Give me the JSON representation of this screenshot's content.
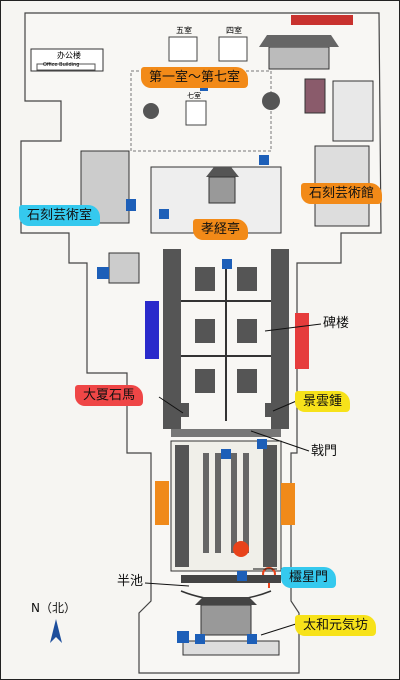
{
  "map": {
    "labels": {
      "rooms_1_7": "第一室〜第七室",
      "stone_art_room": "石刻芸術室",
      "stone_art_museum": "石刻芸術館",
      "xiaojing_pavilion": "孝経亭",
      "stele_pavilions": "碑楼",
      "daxia_stone_horse": "大夏石馬",
      "jingyun_bell": "景雲鍾",
      "ji_gate": "戟門",
      "lingxing_gate": "欞星門",
      "half_pond": "半池",
      "taihe_yuanqi_arch": "太和元気坊"
    },
    "small_labels": {
      "office": "办公楼",
      "office_en": "Office Building",
      "room5": "五室",
      "room4": "四室",
      "room7": "七室"
    },
    "compass": {
      "label": "N（北）"
    },
    "colors": {
      "orange": "#f28a18",
      "red": "#ef4646",
      "yellow": "#f7e21a",
      "cyan": "#35c9ee",
      "blue_panel": "#2a2acb",
      "red_panel": "#e63c3c",
      "orange_panel": "#f08a1a",
      "marker": "#e8431b"
    },
    "icons": [
      "toilet-icon",
      "info-icon",
      "bell-icon",
      "marker-pin-icon",
      "compass-arrow-icon"
    ]
  }
}
